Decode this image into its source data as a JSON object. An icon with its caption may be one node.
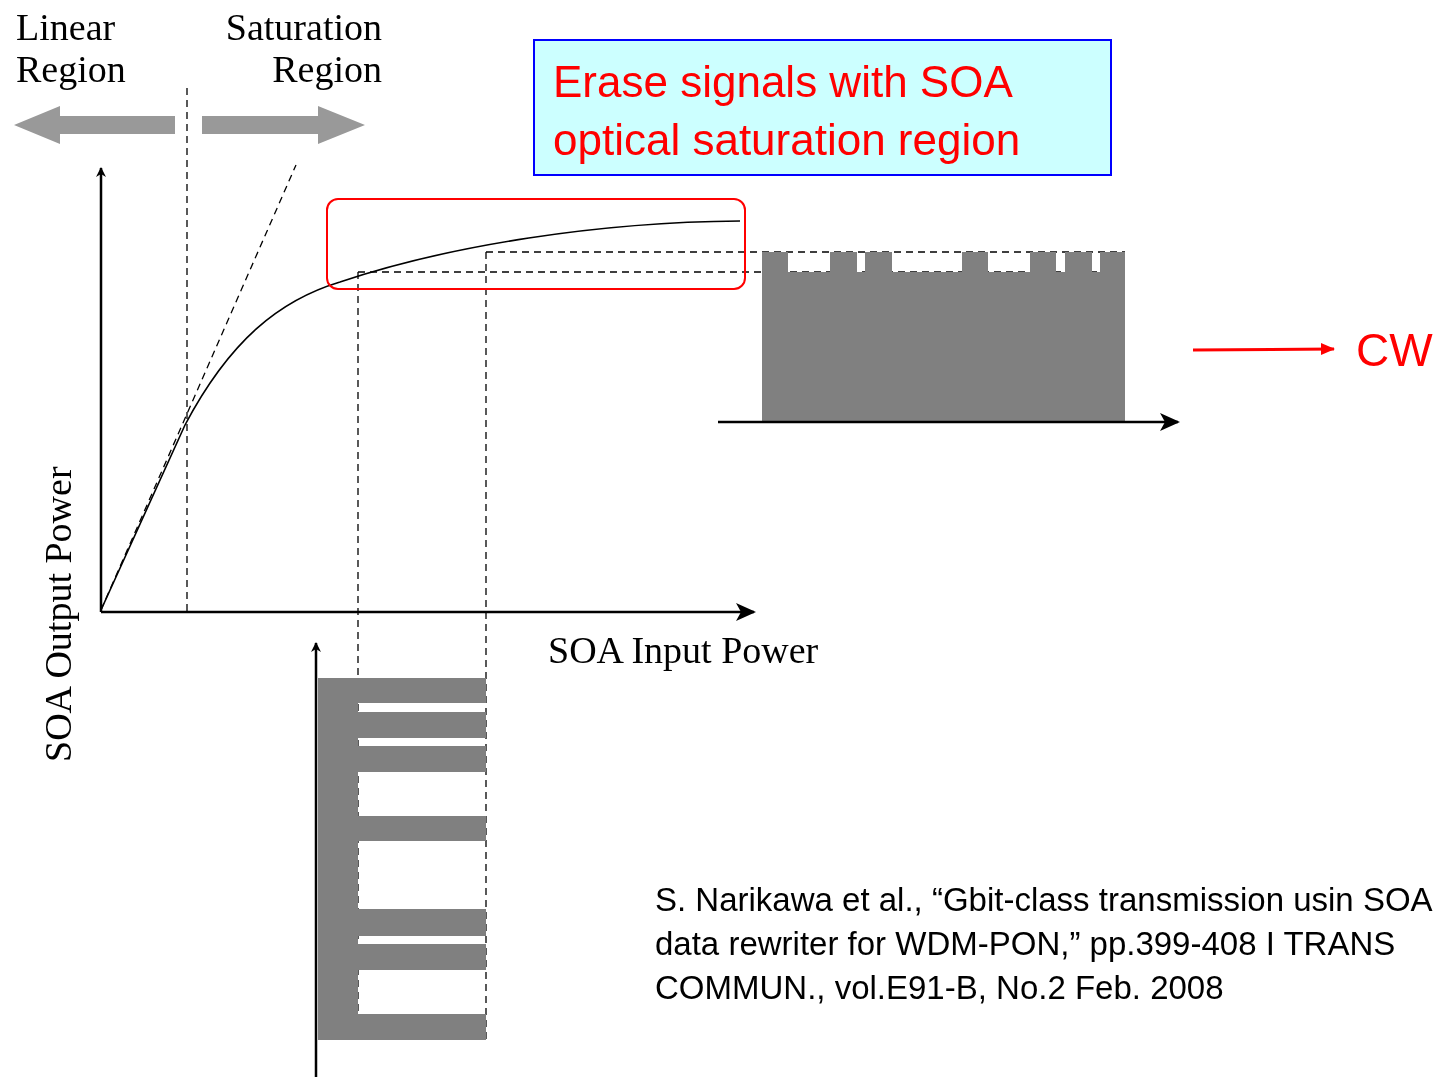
{
  "diagram": {
    "nodes": [
      {
        "text": [
          "Erase signals with SOA optical saturation region"
        ]
      },
      {
        "text": [
          "CW"
        ]
      },
      {
        "text": [],
        "shape": "box"
      }
    ],
    "edges": [
      {
        "from": null,
        "to": 1,
        "arrow": "to",
        "color": "#ff0000"
      }
    ],
    "labels": [
      "Linear Region",
      "Saturation Region",
      "SOA Output Power",
      "SOA Input Power",
      "S. Narikawa et al., “Gbit-class transmission usin SOA data rewriter for WDM-PON,” pp.399-408 I TRANS COMMUN., vol.E91-B, No.2 Feb. 2008"
    ]
  }
}
